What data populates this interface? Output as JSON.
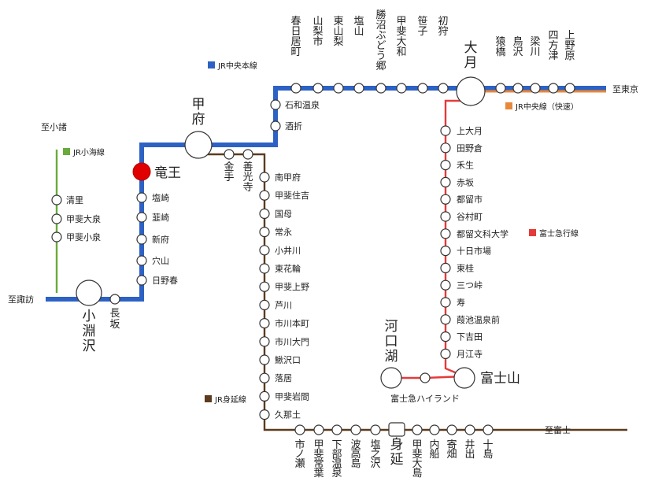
{
  "colors": {
    "chuo": "#2d62c4",
    "chuo_rapid": "#e8883a",
    "koumi": "#6aaa3a",
    "minobu": "#5c3b1e",
    "fujikyu": "#e53a3a",
    "highlight": "#e00000"
  },
  "legend": {
    "chuo": "JR中央本線",
    "chuo_rapid": "JR中央線（快速）",
    "koumi": "JR小海線",
    "minobu": "JR身延線",
    "fujikyu": "富士急行線"
  },
  "directions": {
    "tokyo": "至東京",
    "komoro": "至小諸",
    "suwa": "至諏訪",
    "fuji": "至富士"
  },
  "major": {
    "kofu": "甲府",
    "ryuo": "竜王",
    "otsuki": "大月",
    "kobuchizawa": "小淵沢",
    "kawaguchiko": "河口湖",
    "fujisan": "富士山",
    "minobu": "身延"
  },
  "chuo_top": [
    "春日居町",
    "山梨市",
    "東山梨",
    "塩山",
    "勝沼ぶどう郷",
    "甲斐大和",
    "笹子",
    "初狩"
  ],
  "chuo_east": [
    "猿橋",
    "鳥沢",
    "梁川",
    "四方津",
    "上野原"
  ],
  "chuo_kofu_branch": [
    "石和温泉",
    "酒折"
  ],
  "chuo_west": [
    "塩崎",
    "韮崎",
    "新府",
    "穴山",
    "日野春"
  ],
  "nagasaka": "長坂",
  "koumi": [
    "清里",
    "甲斐大泉",
    "甲斐小泉"
  ],
  "minobu_upper": [
    "金手",
    "善光寺"
  ],
  "minobu_vertical": [
    "南甲府",
    "甲斐住吉",
    "国母",
    "常永",
    "小井川",
    "東花輪",
    "甲斐上野",
    "芦川",
    "市川本町",
    "市川大門",
    "鰍沢口",
    "落居",
    "甲斐岩間",
    "久那土"
  ],
  "minobu_bottom_left": [
    "市ノ瀬",
    "甲斐常葉",
    "下部温泉",
    "波高島",
    "塩之沢"
  ],
  "minobu_bottom_right": [
    "甲斐大島",
    "内船",
    "寄畑",
    "井出",
    "十島"
  ],
  "fujikyu": [
    "上大月",
    "田野倉",
    "禾生",
    "赤坂",
    "都留市",
    "谷村町",
    "都留文科大学",
    "十日市場",
    "東桂",
    "三つ峠",
    "寿",
    "葭池温泉前",
    "下吉田",
    "月江寺"
  ],
  "fujikyu_highland": "富士急ハイランド"
}
